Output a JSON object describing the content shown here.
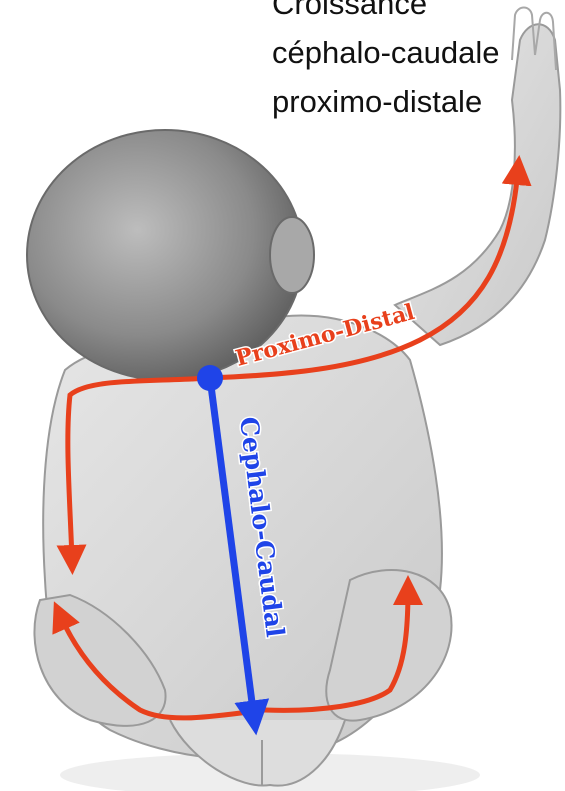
{
  "title_lines": [
    "Croissance",
    "céphalo-caudale",
    "proximo-distale"
  ],
  "labels": {
    "proximo_distal": "Proximo-Distal",
    "cephalo_caudal": "Cephalo-Caudal"
  },
  "colors": {
    "proximo_distal_arrow": "#e8401c",
    "cephalo_caudal_arrow": "#1f44e8",
    "body_fill": "#dcdcdc",
    "head_fill": "#8f8f8f"
  }
}
